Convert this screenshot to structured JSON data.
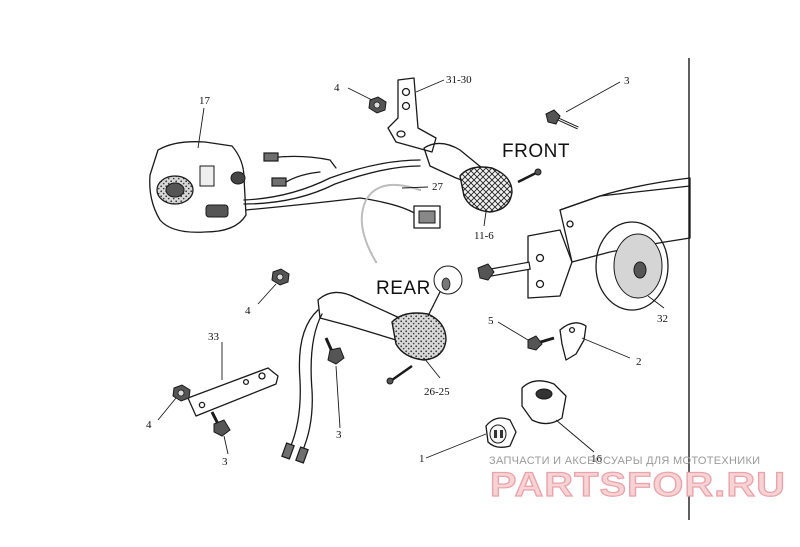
{
  "diagram": {
    "section_labels": {
      "front": "FRONT",
      "rear": "REAR"
    },
    "callouts": {
      "c17": "17",
      "c4_top": "4",
      "c31_30": "31-30",
      "c3_top": "3",
      "c27": "27",
      "c11_6": "11-6",
      "c32": "32",
      "c4_mid": "4",
      "c5": "5",
      "c2": "2",
      "c33": "33",
      "c4_low": "4",
      "c3_mid": "3",
      "c3_low": "3",
      "c26_25": "26-25",
      "c1": "1",
      "c16": "16"
    }
  },
  "watermark": {
    "tagline": "ЗАПЧАСТИ И АКСЕССУАРЫ ДЛЯ МОТОТЕХНИКИ",
    "brand": "PARTSFOR.RU"
  }
}
